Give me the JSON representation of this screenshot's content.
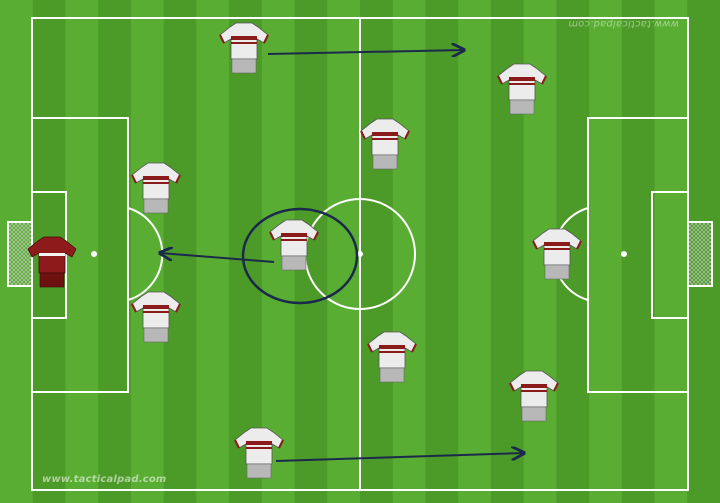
{
  "watermarks": {
    "top": "www.tacticalpad.com",
    "bottom": "www.tacticalpad.com"
  },
  "colors": {
    "stripe_light": "#5aad33",
    "stripe_dark": "#4c9a28",
    "line": "#ffffff",
    "arrow": "#1b2a4a",
    "shirt_outfield": "#ececec",
    "shirt_band": "#8b1a1a",
    "shorts_outfield": "#b8b8b8",
    "shirt_goalkeeper": "#8e1b1b"
  },
  "icons": [
    "jersey-icon",
    "goalkeeper-jersey-icon",
    "goal-net-icon",
    "arrow-icon",
    "highlight-circle"
  ]
}
